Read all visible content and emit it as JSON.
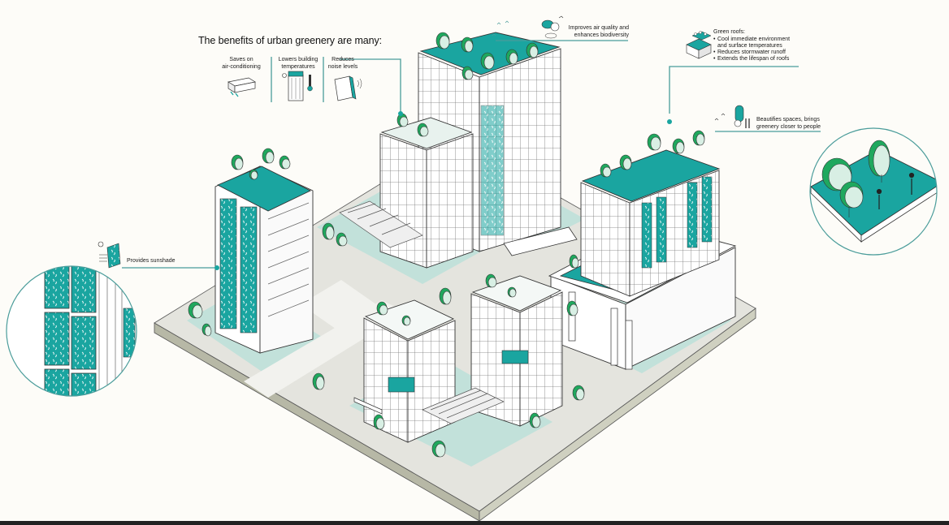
{
  "title": "The benefits of urban greenery are many:",
  "benefits": [
    {
      "label": "Saves on air-conditioning",
      "lines": [
        "Saves on",
        "air-conditioning"
      ],
      "icon": "air-conditioner-icon"
    },
    {
      "label": "Lowers building temperatures",
      "lines": [
        "Lowers building",
        "temperatures"
      ],
      "icon": "building-thermometer-icon"
    },
    {
      "label": "Reduces noise levels",
      "lines": [
        "Reduces",
        "noise levels"
      ],
      "icon": "noise-window-icon"
    }
  ],
  "callouts": {
    "air_quality": {
      "lines": [
        "Improves air quality and",
        "enhances biodiversity"
      ],
      "icon": "tree-bird-icon"
    },
    "green_roofs": {
      "title": "Green roofs:",
      "items": [
        "Cool immediate environment",
        "and surface temperatures",
        "Reduces stormwater runoff",
        "Extends the lifespan of roofs"
      ],
      "icon": "green-roof-icon"
    },
    "beautifies": {
      "lines": [
        "Beautifies spaces, brings",
        "greenery closer to people"
      ],
      "icon": "tree-people-icon"
    },
    "sunshade": {
      "label": "Provides sunshade",
      "icon": "sun-facade-icon"
    }
  },
  "colors": {
    "background": "#fdfcf8",
    "teal_roof": "#1aa5a0",
    "teal_dark": "#12827e",
    "callout_line": "#4a9c9a",
    "tree_green": "#1fa85e",
    "tree_light": "#d8efe4",
    "plaza": "#bfe0d8",
    "ground": "#e2e2dc",
    "ground_edge": "#b7b8a6",
    "building": "#ffffff",
    "outline": "#333333"
  }
}
